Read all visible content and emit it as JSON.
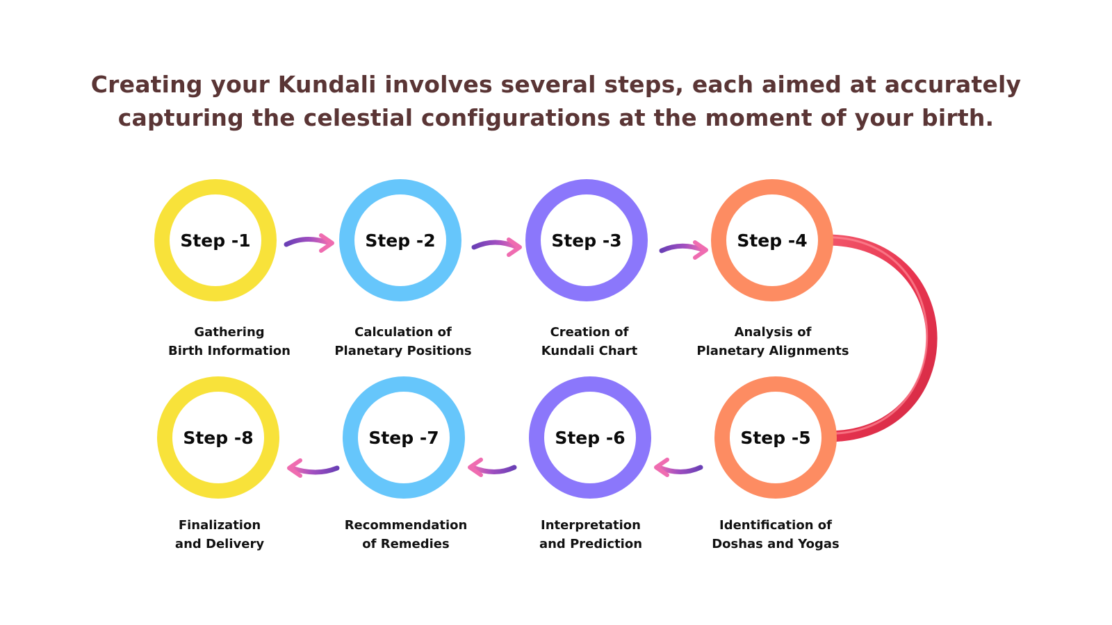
{
  "heading": {
    "line1": "Creating your Kundali involves several steps, each aimed at accurately",
    "line2": "capturing the celestial configurations at the moment of your birth."
  },
  "colors": {
    "yellow": "#f8e23a",
    "blue": "#66c6fb",
    "purple": "#8b77fb",
    "orange": "#fd8c62",
    "connector": "#e8344f",
    "arrow_purple": "#6a3fb5",
    "arrow_pink": "#e85fae",
    "heading": "#5a3535"
  },
  "steps": [
    {
      "label": "Step -1",
      "caption_line1": "Gathering",
      "caption_line2": "Birth Information",
      "color": "yellow"
    },
    {
      "label": "Step -2",
      "caption_line1": "Calculation of",
      "caption_line2": "Planetary Positions",
      "color": "blue"
    },
    {
      "label": "Step -3",
      "caption_line1": "Creation of",
      "caption_line2": "Kundali Chart",
      "color": "purple"
    },
    {
      "label": "Step -4",
      "caption_line1": "Analysis of",
      "caption_line2": "Planetary Alignments",
      "color": "orange"
    },
    {
      "label": "Step -5",
      "caption_line1": "Identification of",
      "caption_line2": "Doshas and Yogas",
      "color": "orange"
    },
    {
      "label": "Step -6",
      "caption_line1": "Interpretation",
      "caption_line2": "and Prediction",
      "color": "purple"
    },
    {
      "label": "Step -7",
      "caption_line1": "Recommendation",
      "caption_line2": "of Remedies",
      "color": "blue"
    },
    {
      "label": "Step -8",
      "caption_line1": "Finalization",
      "caption_line2": "and Delivery",
      "color": "yellow"
    }
  ]
}
